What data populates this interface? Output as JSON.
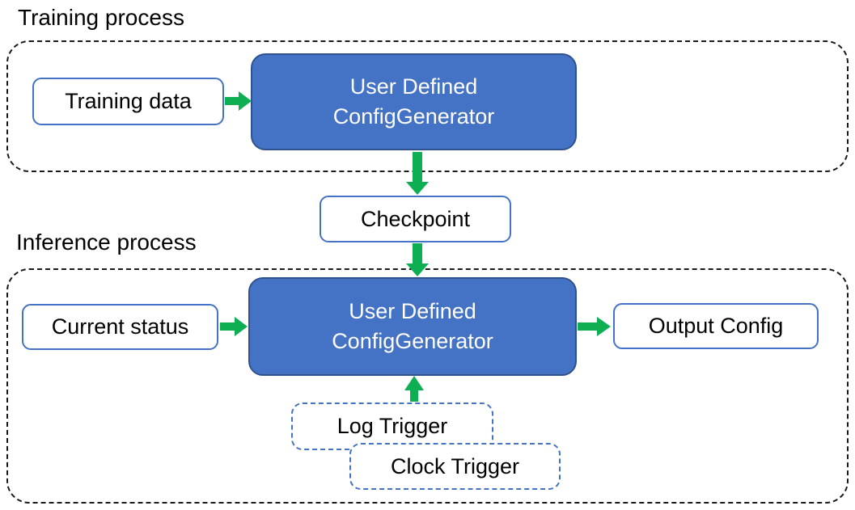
{
  "colors": {
    "generator_fill": "#4472C4",
    "generator_border": "#2F528F",
    "io_border": "#4472C4",
    "trigger_border": "#4472C4",
    "arrow": "#0EAE52",
    "region_border": "#1A1A1A",
    "text_dark": "#000000",
    "text_light": "#FFFFFF"
  },
  "training": {
    "section_label": "Training process",
    "input_label": "Training data",
    "generator": {
      "line1": "User Defined",
      "line2": "ConfigGenerator"
    }
  },
  "checkpoint_label": "Checkpoint",
  "inference": {
    "section_label": "Inference process",
    "input_label": "Current status",
    "generator": {
      "line1": "User Defined",
      "line2": "ConfigGenerator"
    },
    "output_label": "Output Config",
    "log_trigger_label": "Log Trigger",
    "clock_trigger_label": "Clock Trigger"
  }
}
